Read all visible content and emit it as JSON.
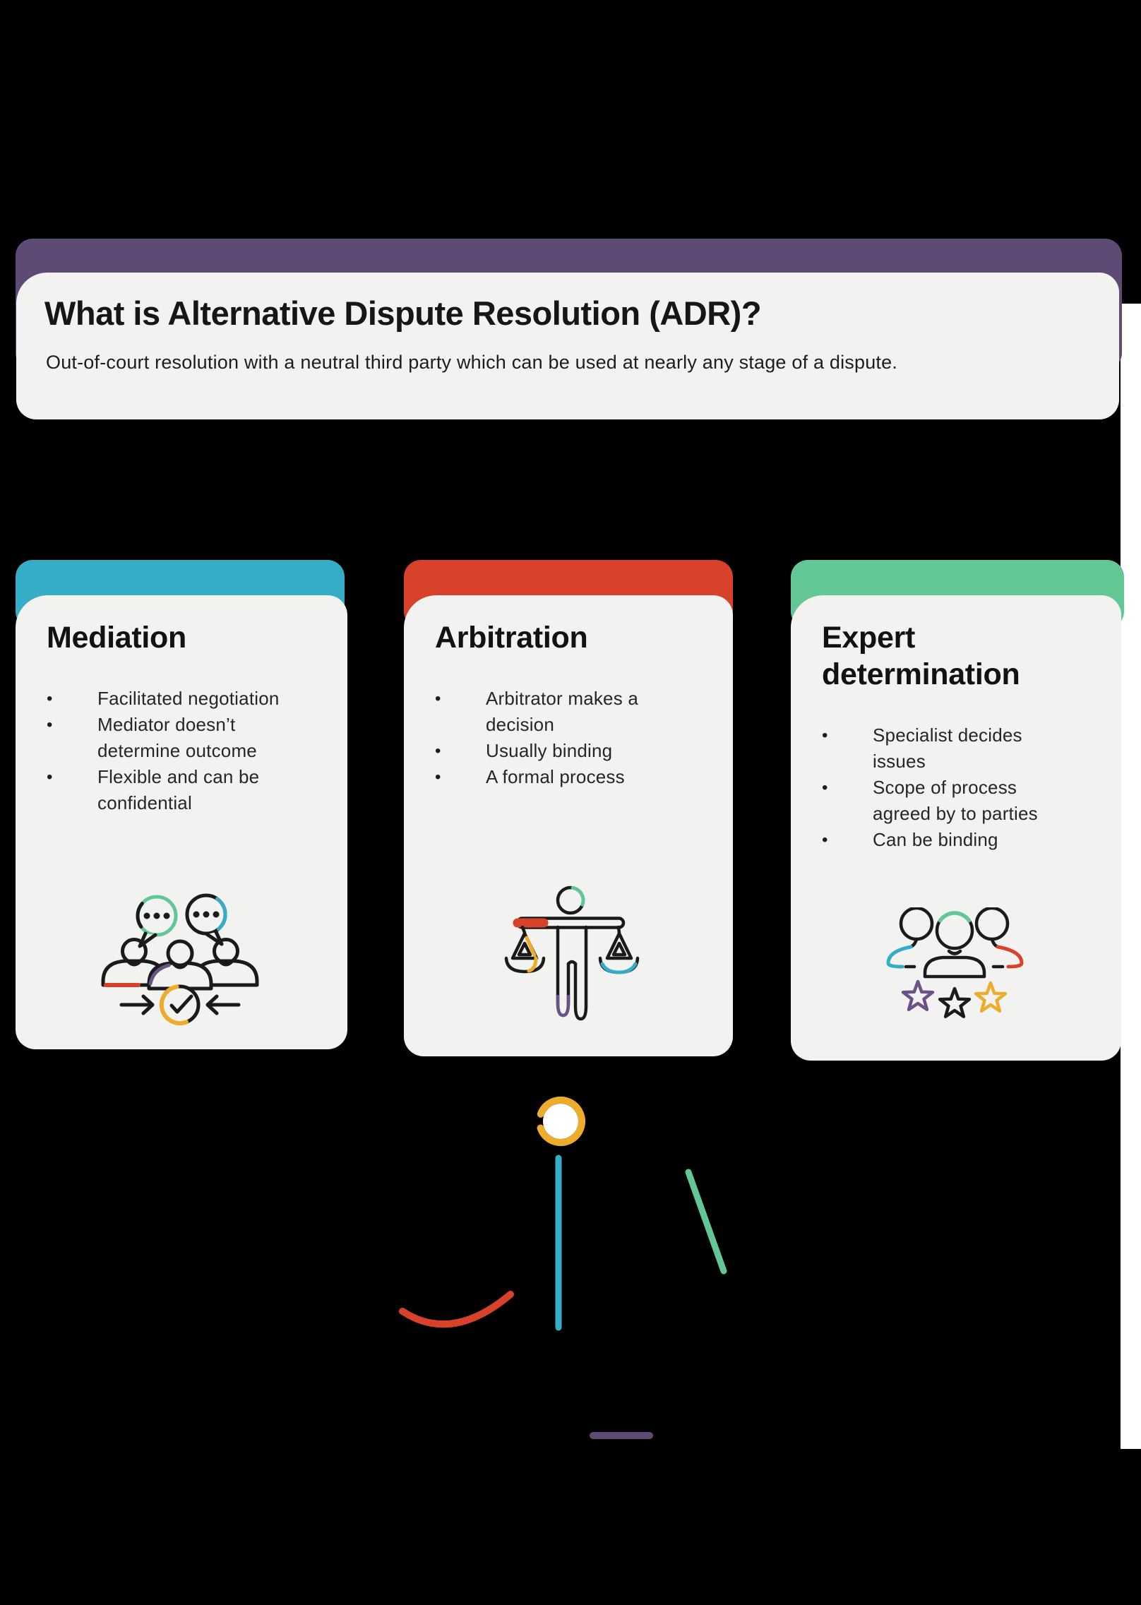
{
  "header": {
    "title": "What is Alternative Dispute Resolution (ADR)?",
    "subtitle": "Out-of-court resolution with a neutral third party which can be used at nearly any stage of a dispute.",
    "accent_bar_color": "#5d4b75"
  },
  "cards": [
    {
      "title": "Mediation",
      "accent_color": "#36adc6",
      "icon": "mediation-people-discussion-icon",
      "bullets": [
        "Facilitated negotiation",
        "Mediator doesn’t determine outcome",
        "Flexible and can be confidential"
      ]
    },
    {
      "title": "Arbitration",
      "accent_color": "#d8422b",
      "icon": "arbitration-figure-scales-icon",
      "bullets": [
        "Arbitrator makes a decision",
        "Usually binding",
        "A formal process"
      ]
    },
    {
      "title": "Expert determination",
      "accent_color": "#63c795",
      "icon": "expert-group-stars-icon",
      "bullets": [
        "Specialist decides issues",
        "Scope of process agreed by to parties",
        "Can be binding"
      ]
    }
  ],
  "footer_illustration": {
    "name": "abstract-scales-line-art",
    "colors": {
      "yellow": "#eeac2c",
      "teal": "#36adc6",
      "green": "#63c795",
      "red": "#d8422b",
      "purple": "#5d4b75"
    }
  },
  "palette": {
    "background": "#000000",
    "card_face": "#f2f2f1",
    "text_dark": "#1a1a1a",
    "icon_purple": "#6a5286",
    "icon_yellow": "#eeac2c",
    "icon_teal": "#35adc7",
    "icon_green": "#63c795",
    "icon_red": "#d8422b"
  }
}
